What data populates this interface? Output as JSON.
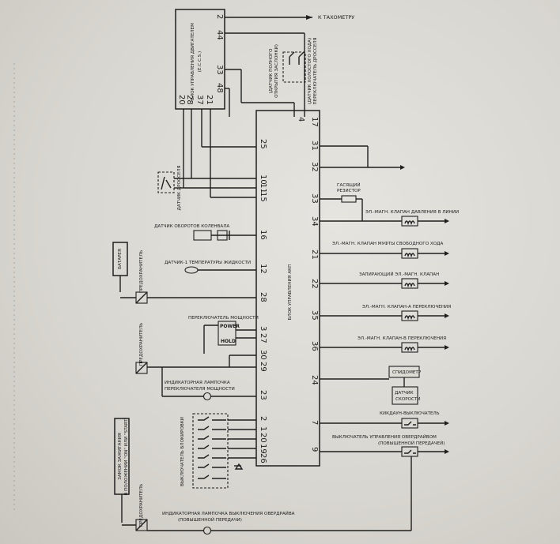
{
  "tachometer": {
    "label": "К ТАХОМЕТРУ"
  },
  "ecu": {
    "label": "БЛОК УПРАВЛЕНИЯ ДВИГАТЕЛЕМ",
    "sublabel": "(E.C.C.S.)",
    "pins_right": [
      "2",
      "44",
      "33",
      "48"
    ],
    "pins_bottom": [
      "20",
      "28",
      "37",
      "21"
    ]
  },
  "throttle_switch": {
    "label": "(ДАТЧИК ПОЛНОГО",
    "label_2": "ОТКРЫТИЯ ЗАСЛОНКИ)",
    "label_3": "(ДАТЧИК ХОЛОСТОГО ХОДА)",
    "label_4": "ПЕРЕКЛЮЧАТЕЛЬ ДРОССЕЛЯ"
  },
  "tcm": {
    "label": "БЛОК УПРАВЛЕНИЯ АКП",
    "pins_left": [
      "25",
      "15",
      "11",
      "10",
      "16",
      "12",
      "28",
      "3",
      "27",
      "30",
      "29",
      "23",
      "2",
      "1",
      "20",
      "19",
      "26"
    ],
    "pins_right": [
      "17",
      "4",
      "31",
      "32",
      "33",
      "34",
      "21",
      "22",
      "35",
      "36",
      "24",
      "7",
      "9"
    ]
  },
  "throttle_sensor": {
    "label": "ДАТЧИК ДРОССЕЛЯ"
  },
  "crank_sensor": {
    "label": "ДАТЧИК ОБОРОТОВ КОЛЕНВАЛА"
  },
  "coolant_sensor": {
    "label": "ДАТЧИК-1 ТЕМПЕРАТУРЫ ЖИДКОСТИ"
  },
  "battery": {
    "label": "БАТАРЕЯ"
  },
  "fuses": [
    "ПРЕДОХРАНИТЕЛЬ",
    "ПРЕДОХРАНИТЕЛЬ",
    "ПРЕДОХРАНИТЕЛЬ"
  ],
  "power_switch": {
    "label": "ПЕРЕКЛЮЧАТЕЛЬ МОЩНОСТИ",
    "mode_power": "POWER",
    "mode_hold": "HOLD"
  },
  "power_lamp": {
    "label": "ИНДИКАТОРНАЯ ЛАМПОЧКА",
    "label_2": "ПЕРЕКЛЮЧАТЕЛЯ МОЩНОСТИ"
  },
  "inhibitor_switch": {
    "label": "ВЫКЛЮЧАТЕЛЬ БЛОКИРОВКИ"
  },
  "ignition_switch": {
    "label": "ЗАМОК ЗАЖИГАНИЯ",
    "label_2": "В ПОЛОЖЕНИИ \"ON\" ИЛИ \"START\""
  },
  "od_lamp": {
    "label": "ИНДИКАТОРНАЯ ЛАМПОЧКА ВЫКЛЮЧЕНИЯ ОВЕРДРАЙВА",
    "label_2": "(ПОВЫШЕННОЙ ПЕРЕДАЧИ)"
  },
  "resistor": {
    "label": "ГАСЯЩИЙ",
    "label_2": "РЕЗИСТОР"
  },
  "solenoids": [
    "ЭЛ.-МАГН. КЛАПАН ДАВЛЕНИЯ В ЛИНИИ",
    "ЭЛ.-МАГН. КЛАПАН МУФТЫ СВОБОДНОГО ХОДА",
    "ЗАПИРАЮЩИЙ ЭЛ.-МАГН. КЛАПАН",
    "ЭЛ.-МАГН. КЛАПАН-А ПЕРЕКЛЮЧЕНИЯ",
    "ЭЛ.-МАГН. КЛАПАН-В ПЕРЕКЛЮЧЕНИЯ"
  ],
  "speedometer": {
    "label": "СПИДОМЕТР"
  },
  "speed_sensor": {
    "label": "ДАТЧИК",
    "label_2": "СКОРОСТИ"
  },
  "kickdown": {
    "label": "КИКДАУН-ВЫКЛЮЧАТЕЛЬ"
  },
  "od_switch": {
    "label": "ВЫКЛЮЧАТЕЛЬ УПРАВЛЕНИЯ ОВЕРДРАЙВОМ",
    "label_2": "(ПОВЫШЕННОЙ ПЕРЕДАЧЕЙ)"
  }
}
